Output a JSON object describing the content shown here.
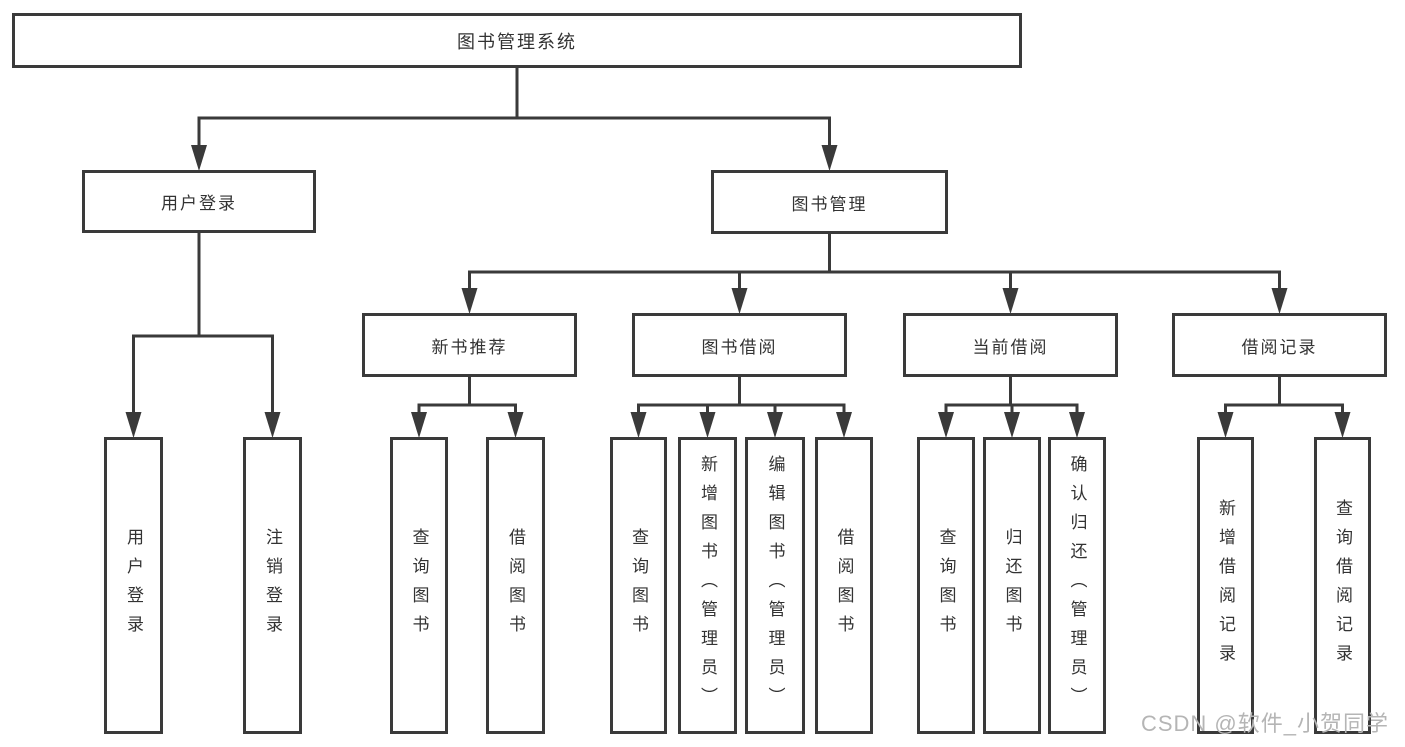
{
  "tree": {
    "root": {
      "label": "图书管理系统"
    },
    "branches": [
      {
        "label": "用户登录",
        "children": [
          {
            "label": "用户登录"
          },
          {
            "label": "注销登录"
          }
        ]
      },
      {
        "label": "图书管理",
        "children": [
          {
            "label": "新书推荐",
            "children": [
              {
                "label": "查询图书"
              },
              {
                "label": "借阅图书"
              }
            ]
          },
          {
            "label": "图书借阅",
            "children": [
              {
                "label": "查询图书"
              },
              {
                "label": "新增图书（管理员）"
              },
              {
                "label": "编辑图书（管理员）"
              },
              {
                "label": "借阅图书"
              }
            ]
          },
          {
            "label": "当前借阅",
            "children": [
              {
                "label": "查询图书"
              },
              {
                "label": "归还图书"
              },
              {
                "label": "确认归还（管理员）"
              }
            ]
          },
          {
            "label": "借阅记录",
            "children": [
              {
                "label": "新增借阅记录"
              },
              {
                "label": "查询借阅记录"
              }
            ]
          }
        ]
      }
    ]
  },
  "watermark": "CSDN @软件_小贺同学",
  "colors": {
    "line": "#3a3a3a",
    "box_border": "#3a3a3a",
    "text": "#333333",
    "background": "#ffffff",
    "watermark": "#b5b5b5"
  }
}
